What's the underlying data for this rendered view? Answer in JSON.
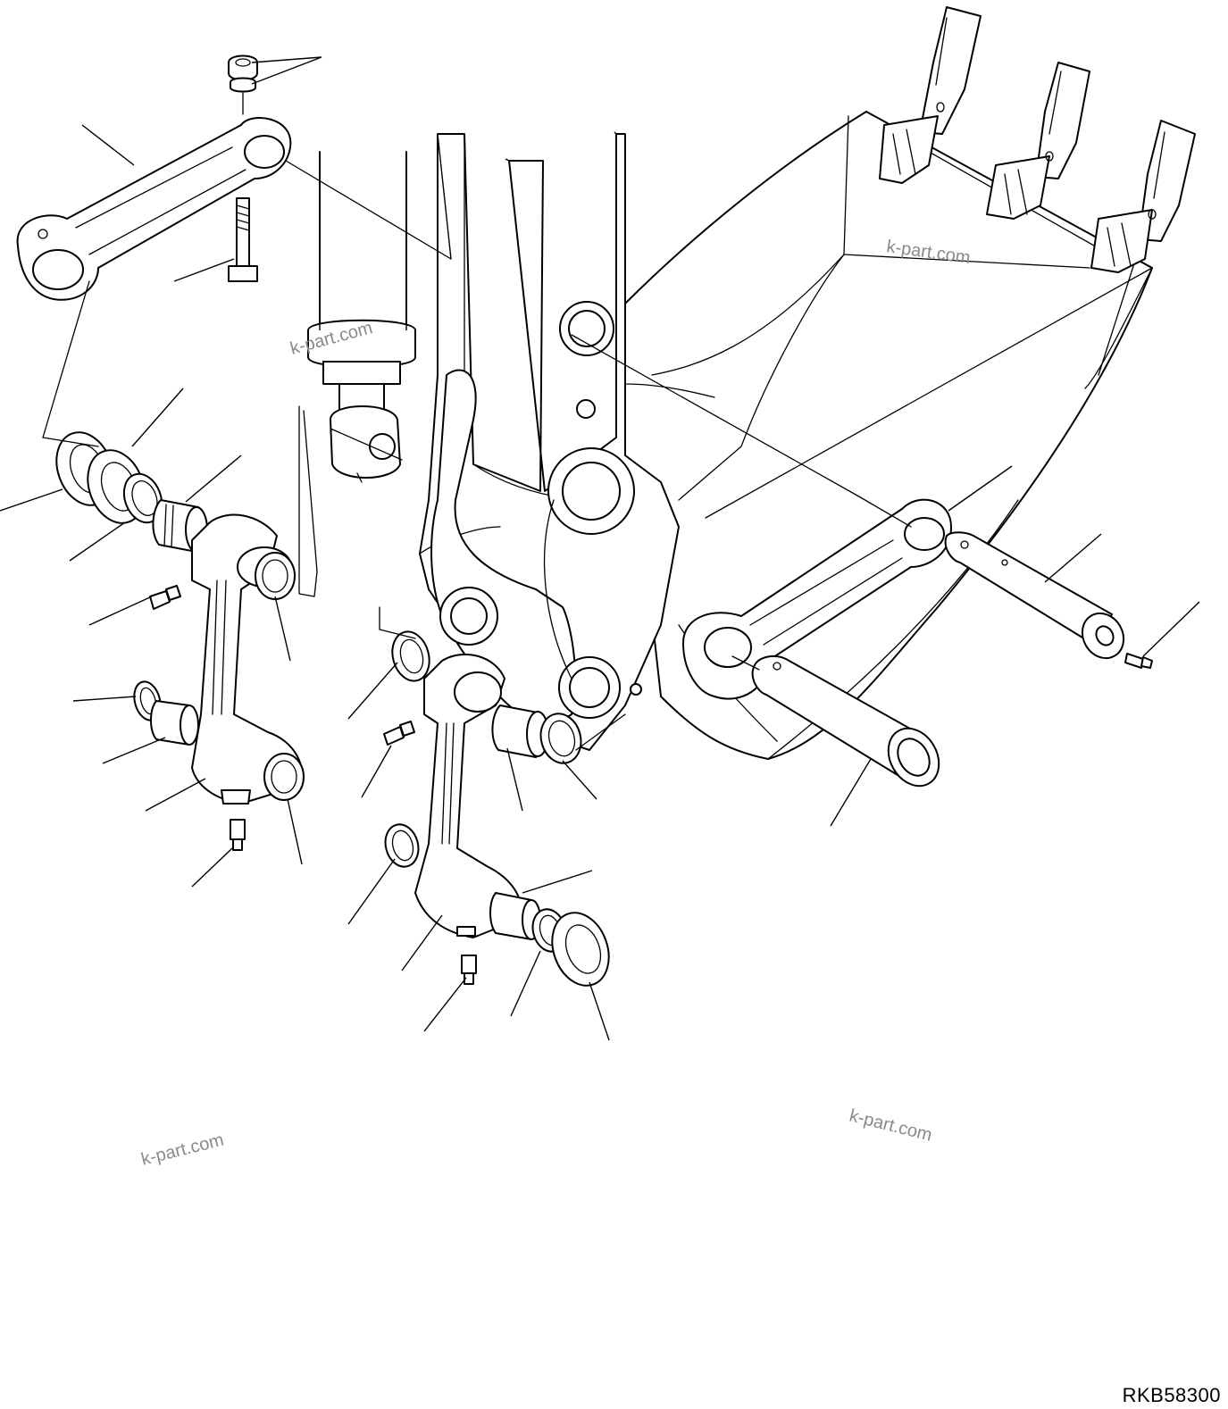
{
  "watermarks": {
    "top_right": "k-part.com",
    "cylinder": "k-part.com",
    "bottom_left": "k-part.com",
    "bottom_right": "k-part.com"
  },
  "drawing_code": "RKB58300",
  "colors": {
    "line": "#000000",
    "background": "#ffffff",
    "watermark": "#8a8a8a"
  }
}
